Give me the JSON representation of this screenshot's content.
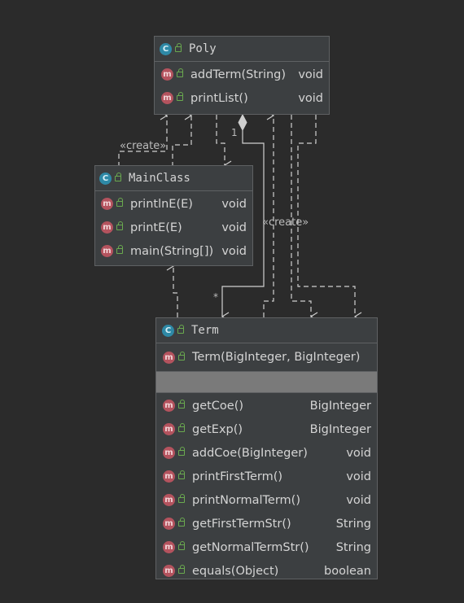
{
  "classes": {
    "poly": {
      "name": "Poly",
      "methods": [
        {
          "name": "addTerm(String)",
          "ret": "void"
        },
        {
          "name": "printList()",
          "ret": "void"
        }
      ]
    },
    "mainclass": {
      "name": "MainClass",
      "methods": [
        {
          "name": "printlnE(E)",
          "ret": "void"
        },
        {
          "name": "printE(E)",
          "ret": "void"
        },
        {
          "name": "main(String[])",
          "ret": "void"
        }
      ]
    },
    "term": {
      "name": "Term",
      "constructor": {
        "name": "Term(BigInteger, BigInteger)"
      },
      "methods": [
        {
          "name": "getCoe()",
          "ret": "BigInteger"
        },
        {
          "name": "getExp()",
          "ret": "BigInteger"
        },
        {
          "name": "addCoe(BigInteger)",
          "ret": "void"
        },
        {
          "name": "printFirstTerm()",
          "ret": "void"
        },
        {
          "name": "printNormalTerm()",
          "ret": "void"
        },
        {
          "name": "getFirstTermStr()",
          "ret": "String"
        },
        {
          "name": "getNormalTermStr()",
          "ret": "String"
        },
        {
          "name": "equals(Object)",
          "ret": "boolean"
        }
      ]
    }
  },
  "icons": {
    "class": "C",
    "method": "m"
  },
  "labels": {
    "create_1": "«create»",
    "create_2": "«create»",
    "multiplicity_one": "1",
    "multiplicity_many": "*"
  },
  "colors": {
    "background": "#2b2b2b",
    "class_fill": "#3c3f41",
    "class_icon": "#2e89a6",
    "method_icon": "#b4535e",
    "access_lock": "#6aaa4f"
  }
}
